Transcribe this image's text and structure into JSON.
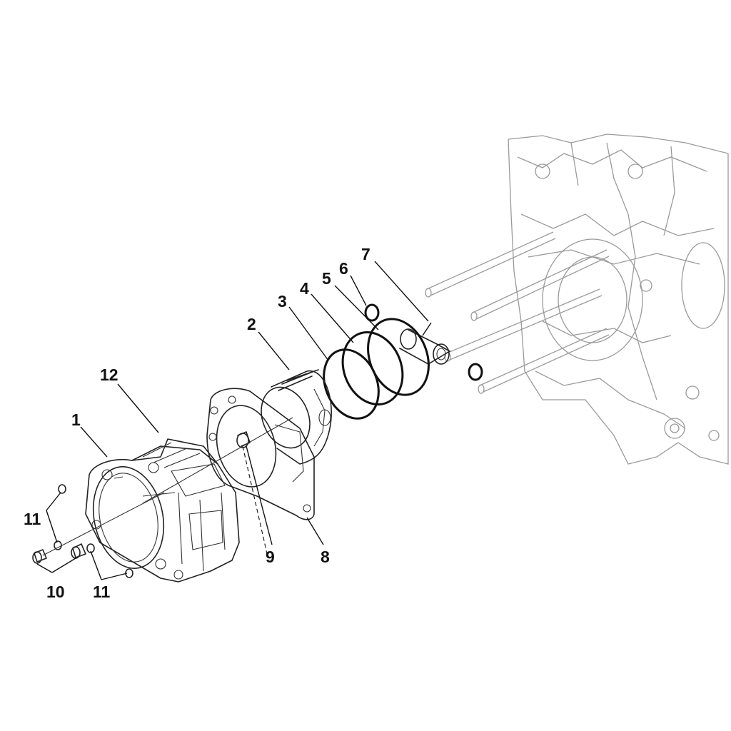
{
  "callouts": [
    {
      "id": "1",
      "text": "1"
    },
    {
      "id": "2",
      "text": "2"
    },
    {
      "id": "3",
      "text": "3"
    },
    {
      "id": "4",
      "text": "4"
    },
    {
      "id": "5",
      "text": "5"
    },
    {
      "id": "6",
      "text": "6"
    },
    {
      "id": "7",
      "text": "7"
    },
    {
      "id": "8",
      "text": "8"
    },
    {
      "id": "9",
      "text": "9"
    },
    {
      "id": "10",
      "text": "10"
    },
    {
      "id": "11a",
      "text": "11"
    },
    {
      "id": "11b",
      "text": "11"
    },
    {
      "id": "12",
      "text": "12"
    }
  ]
}
